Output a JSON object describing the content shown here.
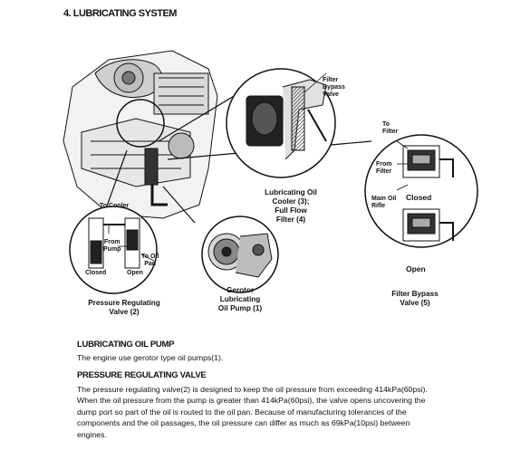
{
  "heading": "4. LUBRICATING SYSTEM",
  "figure": {
    "filter_bypass_valve_label": [
      "Filter",
      "Bypass",
      "Valve"
    ],
    "cooler_caption": [
      "Lubricating Oil",
      "Cooler (3);",
      "Full Flow",
      "Filter (4)"
    ],
    "bypass_to_filter": [
      "To",
      "Filter"
    ],
    "bypass_from_filter": [
      "From",
      "Filter"
    ],
    "bypass_main_oil_rifle": [
      "Main Oil",
      "Rifle"
    ],
    "bypass_closed": "Closed",
    "bypass_open": "Open",
    "bypass_caption": [
      "Filter Bypass",
      "Valve (5)"
    ],
    "prv_to_cooler": "To Cooler",
    "prv_from_pump": [
      "From",
      "Pump"
    ],
    "prv_to_oil_pan": [
      "To Oil",
      "Pan"
    ],
    "prv_closed": "Closed",
    "prv_open": "Open",
    "prv_caption": [
      "Pressure Regulating",
      "Valve (2)"
    ],
    "pump_caption": [
      "Gerotor",
      "Lubricating",
      "Oil Pump (1)"
    ]
  },
  "sections": [
    {
      "title": "LUBRICATING OIL PUMP",
      "body": [
        "The engine use gerotor type oil pumps(1)."
      ]
    },
    {
      "title": "PRESSURE REGULATING VALVE",
      "body": [
        "The pressure regulating valve(2) is designed to keep the oil pressure from exceeding 414kPa(60psi).",
        "When the oil pressure from the pump is greater than 414kPa(60psi), the valve opens uncovering the",
        "dump port so part of the oil is routed to the oil pan.   Because of manufacturing tolerances of the",
        "components and the oil passages, the oil pressure can differ as much as 69kPa(10psi) between",
        "engines."
      ]
    }
  ]
}
